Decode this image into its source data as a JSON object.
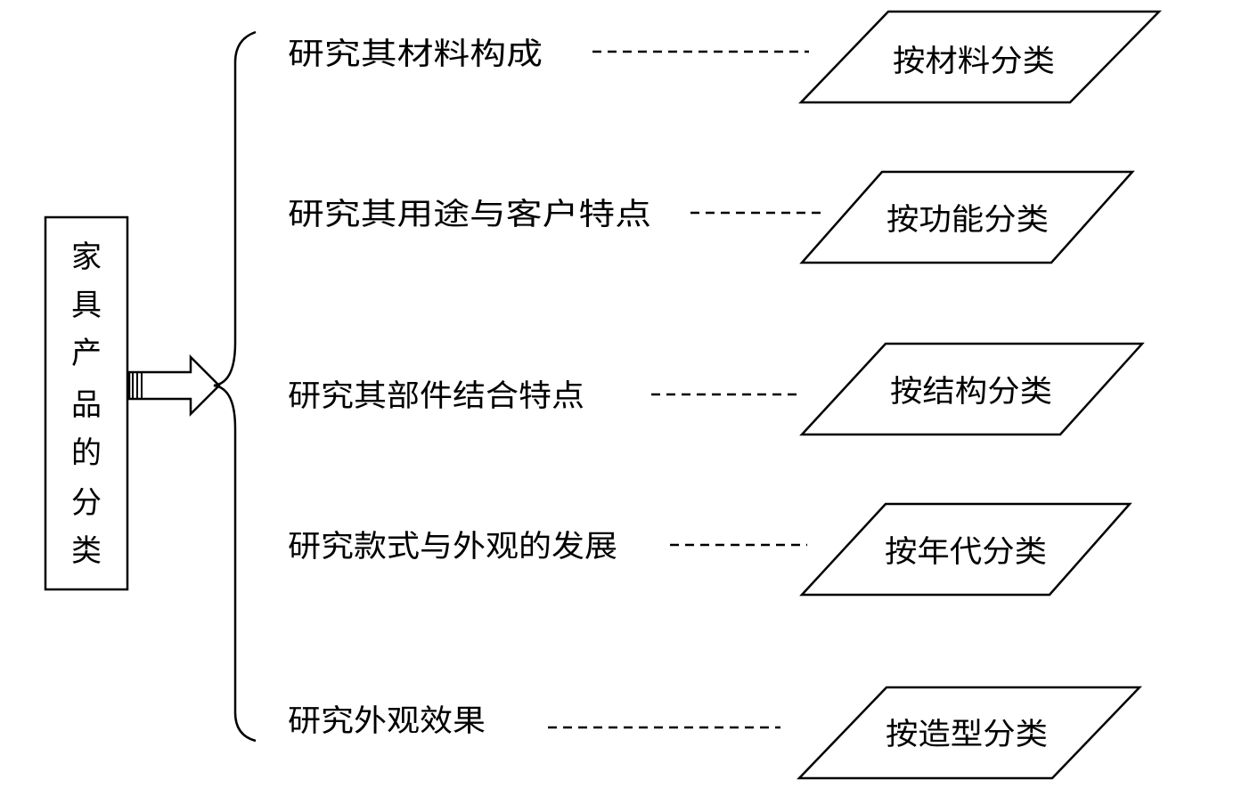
{
  "root": {
    "label_chars": [
      "家",
      "具",
      "产",
      "品",
      "的",
      "分",
      "类"
    ]
  },
  "branches": [
    {
      "criterion": "研究其材料构成",
      "category": "按材料分类"
    },
    {
      "criterion": "研究其用途与客户特点",
      "category": "按功能分类"
    },
    {
      "criterion": "研究其部件结合特点",
      "category": "按结构分类"
    },
    {
      "criterion": "研究款式与外观的发展",
      "category": "按年代分类"
    },
    {
      "criterion": "研究外观效果",
      "category": "按造型分类"
    }
  ]
}
